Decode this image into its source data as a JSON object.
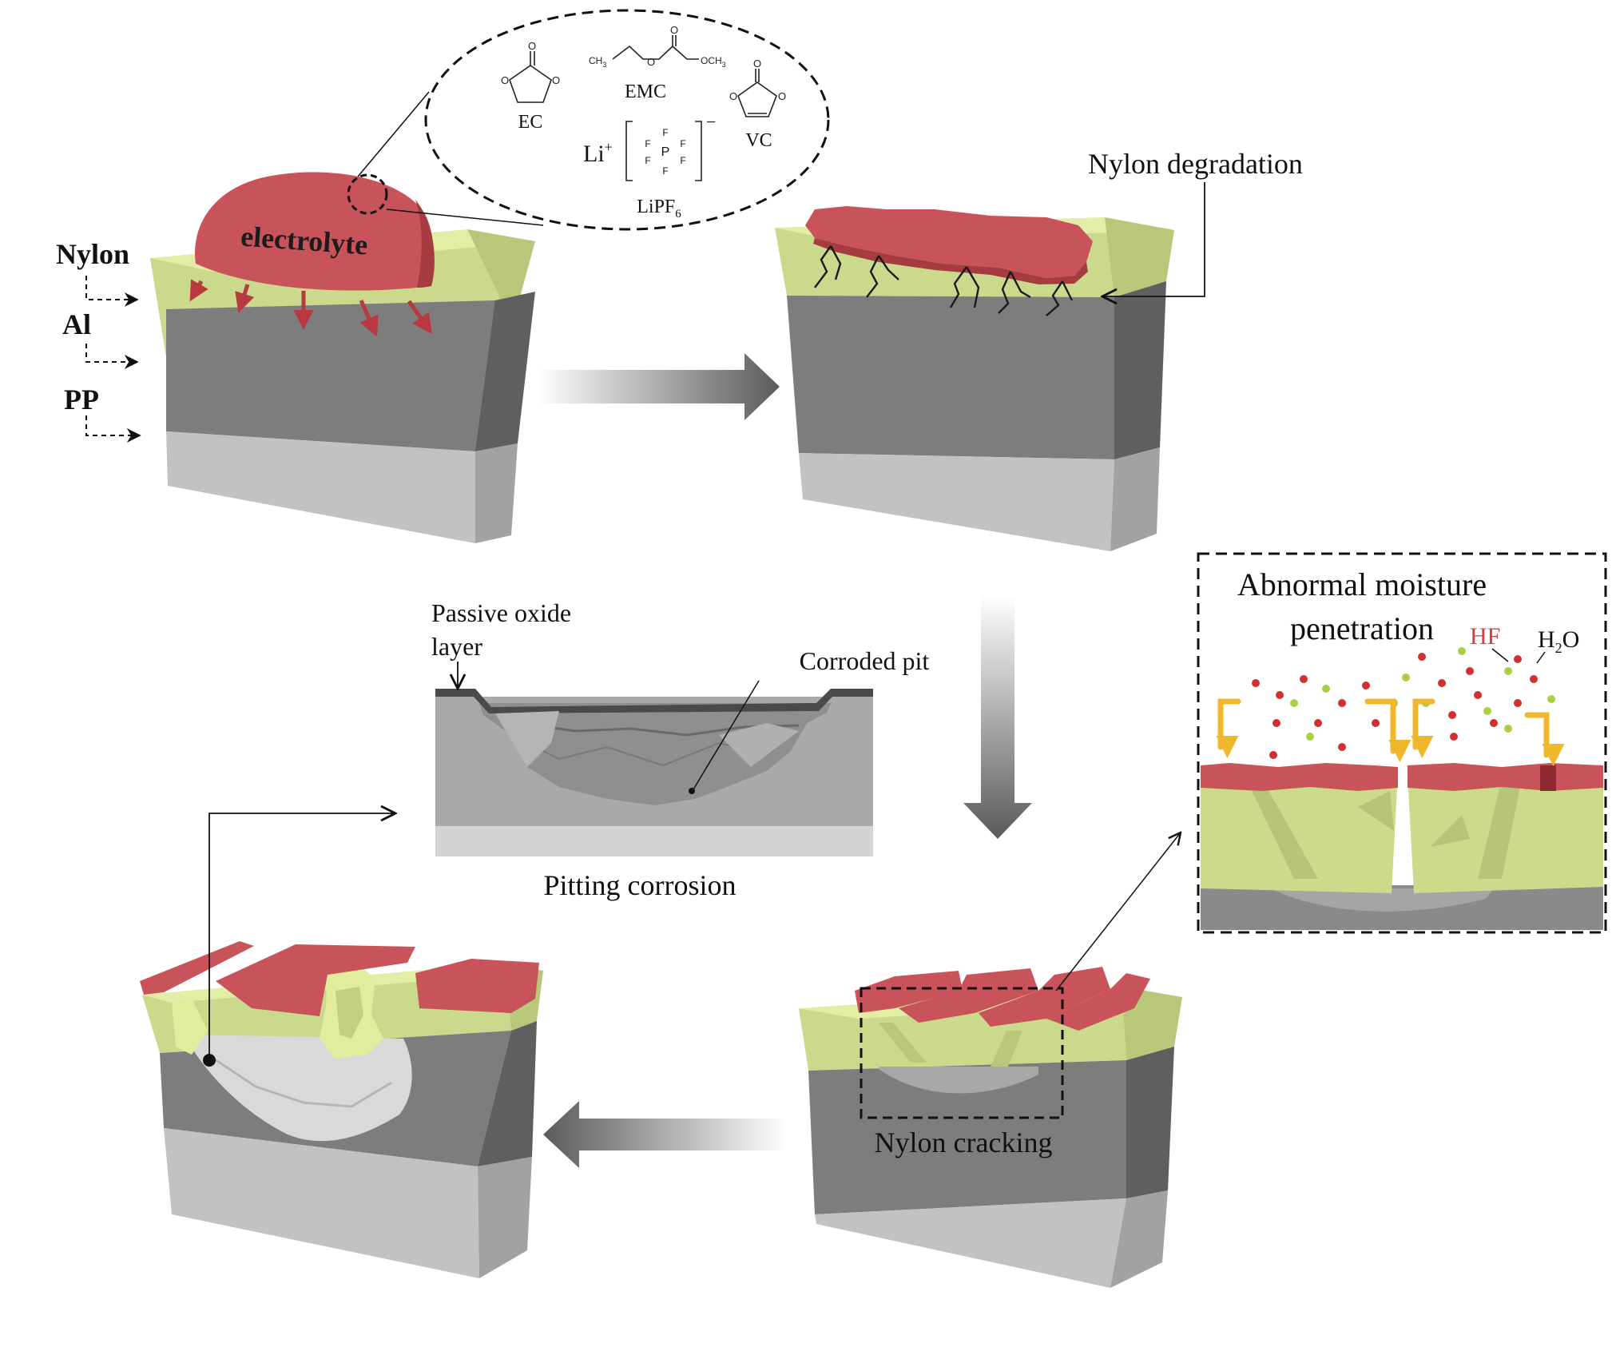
{
  "colors": {
    "electrolyte": "#c9535a",
    "electrolyte_dark": "#a63b41",
    "nylon_top": "#e3eda5",
    "nylon_front": "#cbd98c",
    "nylon_side": "#b8c77a",
    "al_front": "#7d7d7d",
    "al_side": "#5f5f5f",
    "pp_front": "#c2c2c2",
    "pp_side": "#a2a2a2",
    "hf_text": "#d63a3a",
    "flow_arrow": "#f0b72c"
  },
  "layers": {
    "nylon": "Nylon",
    "al": "Al",
    "pp": "PP"
  },
  "stage1": {
    "droplet_label": "electrolyte"
  },
  "molecules": {
    "ec": "EC",
    "emc": "EMC",
    "vc": "VC",
    "li": "Li",
    "li_charge": "+",
    "anion_charge": "−",
    "salt": "LiPF",
    "salt_sub": "6",
    "emc_ch3": "CH",
    "emc_ch3_sub": "3",
    "emc_och3": "OCH",
    "emc_och3_sub": "3",
    "atom_o": "O",
    "atom_p": "P",
    "atom_f": "F"
  },
  "stage2": {
    "label": "Nylon degradation"
  },
  "inset": {
    "title_line1": "Abnormal moisture",
    "title_line2": "penetration",
    "hf": "HF",
    "h2o_h": "H",
    "h2o_sub": "2",
    "h2o_o": "O"
  },
  "pitting": {
    "oxide_line1": "Passive oxide",
    "oxide_line2": "layer",
    "pit": "Corroded pit",
    "caption": "Pitting corrosion"
  },
  "stage3": {
    "label": "Nylon cracking"
  }
}
